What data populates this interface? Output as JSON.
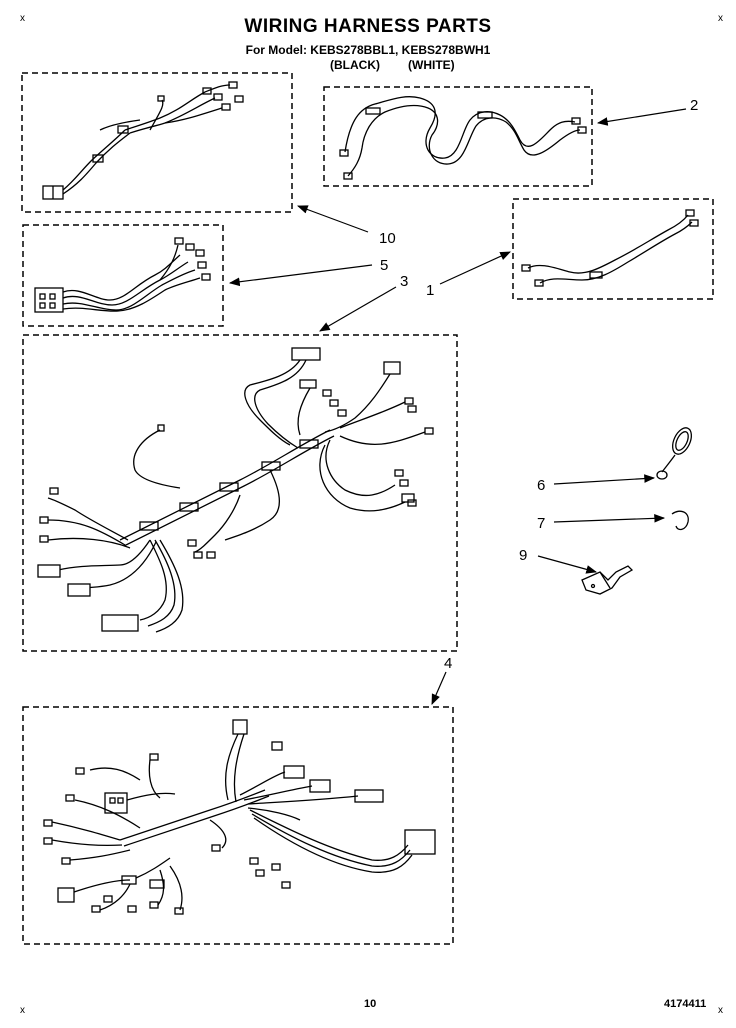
{
  "header": {
    "title": "WIRING HARNESS PARTS",
    "subtitle": "For Model: KEBS278BBL1, KEBS278BWH1",
    "variant_left": "(BLACK)",
    "variant_right": "(WHITE)"
  },
  "part_numbers": {
    "p1": "1",
    "p2": "2",
    "p3": "3",
    "p4": "4",
    "p5": "5",
    "p6": "6",
    "p7": "7",
    "p9": "9",
    "p10": "10"
  },
  "footer": {
    "page_number": "10",
    "doc_number": "4174411"
  },
  "marks": {
    "corner": "x"
  }
}
